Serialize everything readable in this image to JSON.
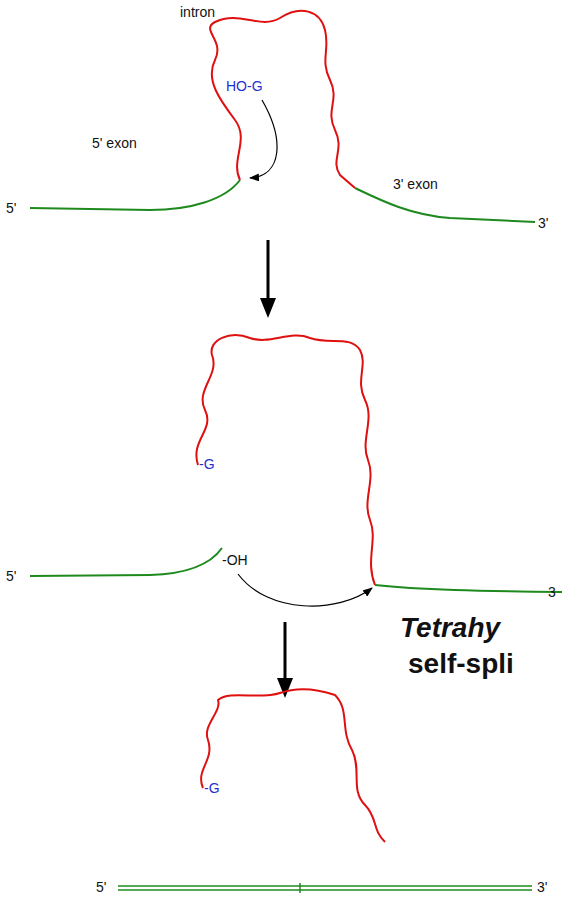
{
  "diagram": {
    "labels": [
      "intron",
      "HO-G",
      "5' exon",
      "3' exon",
      "5'",
      "3'",
      "-G",
      "-OH",
      "5'",
      "3",
      "Tetrahy",
      "self-spli",
      "-G",
      "5'",
      "3'"
    ]
  }
}
